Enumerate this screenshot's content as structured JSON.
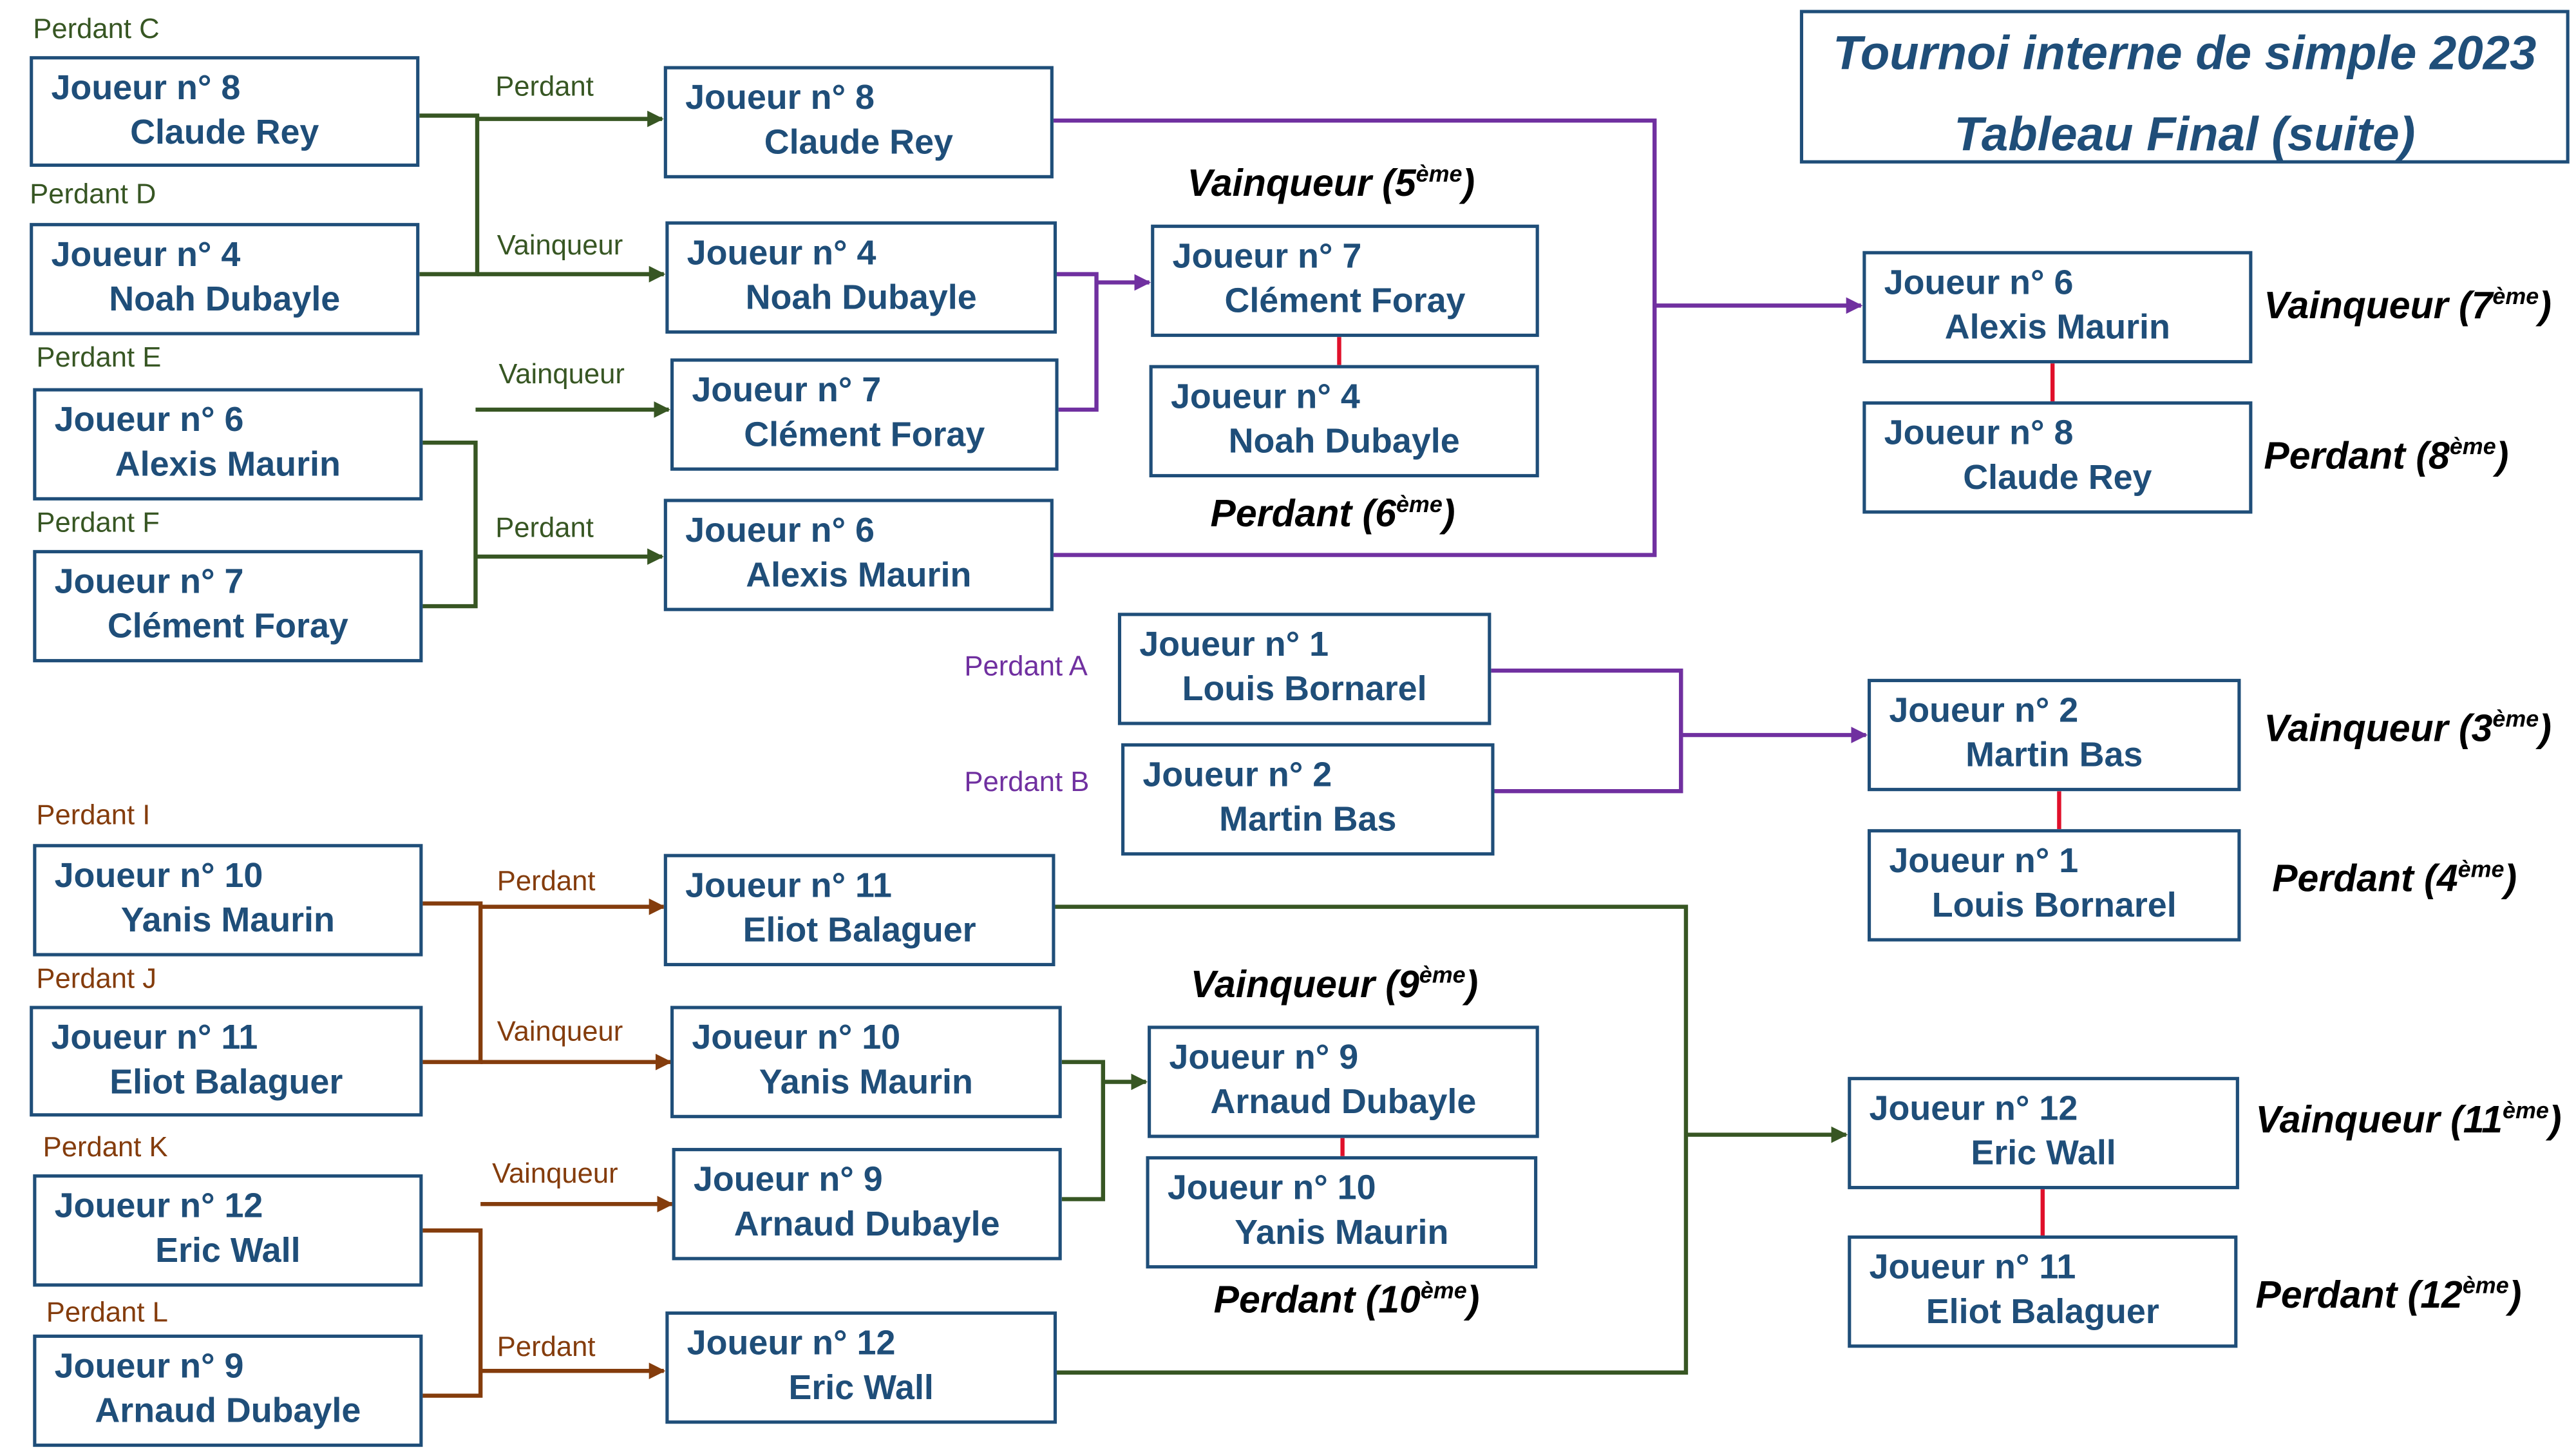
{
  "title": {
    "line1": "Tournoi interne de simple 2023",
    "line2": "Tableau Final (suite)"
  },
  "colors": {
    "box_border": "#1f4e79",
    "text": "#1f4e79",
    "green": "#375623",
    "purple": "#7030a0",
    "brown": "#843c0c",
    "red": "#e0102a"
  },
  "common": {
    "sup": "ème"
  },
  "groups": {
    "g1": {
      "labels": {
        "perdant_c": "Perdant C",
        "perdant_d": "Perdant D",
        "perdant_e": "Perdant E",
        "perdant_f": "Perdant F",
        "perdant_1": "Perdant",
        "vainqueur_1": "Vainqueur",
        "vainqueur_2": "Vainqueur",
        "perdant_2": "Perdant"
      },
      "boxes": {
        "r1a": {
          "num": "Joueur n° 8",
          "name": "Claude Rey"
        },
        "r1b": {
          "num": "Joueur n° 4",
          "name": "Noah Dubayle"
        },
        "r1c": {
          "num": "Joueur n° 6",
          "name": "Alexis Maurin"
        },
        "r1d": {
          "num": "Joueur n° 7",
          "name": "Clément Foray"
        },
        "r2a": {
          "num": "Joueur n° 8",
          "name": "Claude Rey"
        },
        "r2b": {
          "num": "Joueur n° 4",
          "name": "Noah Dubayle"
        },
        "r2c": {
          "num": "Joueur n° 7",
          "name": "Clément Foray"
        },
        "r2d": {
          "num": "Joueur n° 6",
          "name": "Alexis Maurin"
        },
        "mid_w": {
          "num": "Joueur n° 7",
          "name": "Clément Foray"
        },
        "mid_l": {
          "num": "Joueur n° 4",
          "name": "Noah Dubayle"
        },
        "fin_w": {
          "num": "Joueur n° 6",
          "name": "Alexis Maurin"
        },
        "fin_l": {
          "num": "Joueur n° 8",
          "name": "Claude Rey"
        }
      },
      "results": {
        "mid_w": {
          "word": "Vainqueur",
          "rank": "5"
        },
        "mid_l": {
          "word": "Perdant",
          "rank": "6"
        },
        "fin_w": {
          "word": "Vainqueur",
          "rank": "7"
        },
        "fin_l": {
          "word": "Perdant",
          "rank": "8"
        }
      }
    },
    "g2": {
      "labels": {
        "perdant_a": "Perdant A",
        "perdant_b": "Perdant B"
      },
      "boxes": {
        "a": {
          "num": "Joueur n° 1",
          "name": "Louis Bornarel"
        },
        "b": {
          "num": "Joueur n° 2",
          "name": "Martin Bas"
        },
        "fin_w": {
          "num": "Joueur n° 2",
          "name": "Martin Bas"
        },
        "fin_l": {
          "num": "Joueur n° 1",
          "name": "Louis Bornarel"
        }
      },
      "results": {
        "fin_w": {
          "word": "Vainqueur",
          "rank": "3"
        },
        "fin_l": {
          "word": "Perdant",
          "rank": "4"
        }
      }
    },
    "g3": {
      "labels": {
        "perdant_i": "Perdant I",
        "perdant_j": "Perdant J",
        "perdant_k": "Perdant K",
        "perdant_l": "Perdant L",
        "perdant_1": "Perdant",
        "vainqueur_1": "Vainqueur",
        "vainqueur_2": "Vainqueur",
        "perdant_2": "Perdant"
      },
      "boxes": {
        "r1a": {
          "num": "Joueur n° 10",
          "name": "Yanis Maurin"
        },
        "r1b": {
          "num": "Joueur n° 11",
          "name": "Eliot Balaguer"
        },
        "r1c": {
          "num": "Joueur n° 12",
          "name": "Eric Wall"
        },
        "r1d": {
          "num": "Joueur n° 9",
          "name": "Arnaud Dubayle"
        },
        "r2a": {
          "num": "Joueur n° 11",
          "name": "Eliot Balaguer"
        },
        "r2b": {
          "num": "Joueur n° 10",
          "name": "Yanis Maurin"
        },
        "r2c": {
          "num": "Joueur n° 9",
          "name": "Arnaud Dubayle"
        },
        "r2d": {
          "num": "Joueur n° 12",
          "name": "Eric Wall"
        },
        "mid_w": {
          "num": "Joueur n° 9",
          "name": "Arnaud Dubayle"
        },
        "mid_l": {
          "num": "Joueur n° 10",
          "name": "Yanis Maurin"
        },
        "fin_w": {
          "num": "Joueur n° 12",
          "name": "Eric Wall"
        },
        "fin_l": {
          "num": "Joueur n° 11",
          "name": "Eliot Balaguer"
        }
      },
      "results": {
        "mid_w": {
          "word": "Vainqueur",
          "rank": "9"
        },
        "mid_l": {
          "word": "Perdant",
          "rank": "10"
        },
        "fin_w": {
          "word": "Vainqueur",
          "rank": "11"
        },
        "fin_l": {
          "word": "Perdant",
          "rank": "12"
        }
      }
    }
  }
}
